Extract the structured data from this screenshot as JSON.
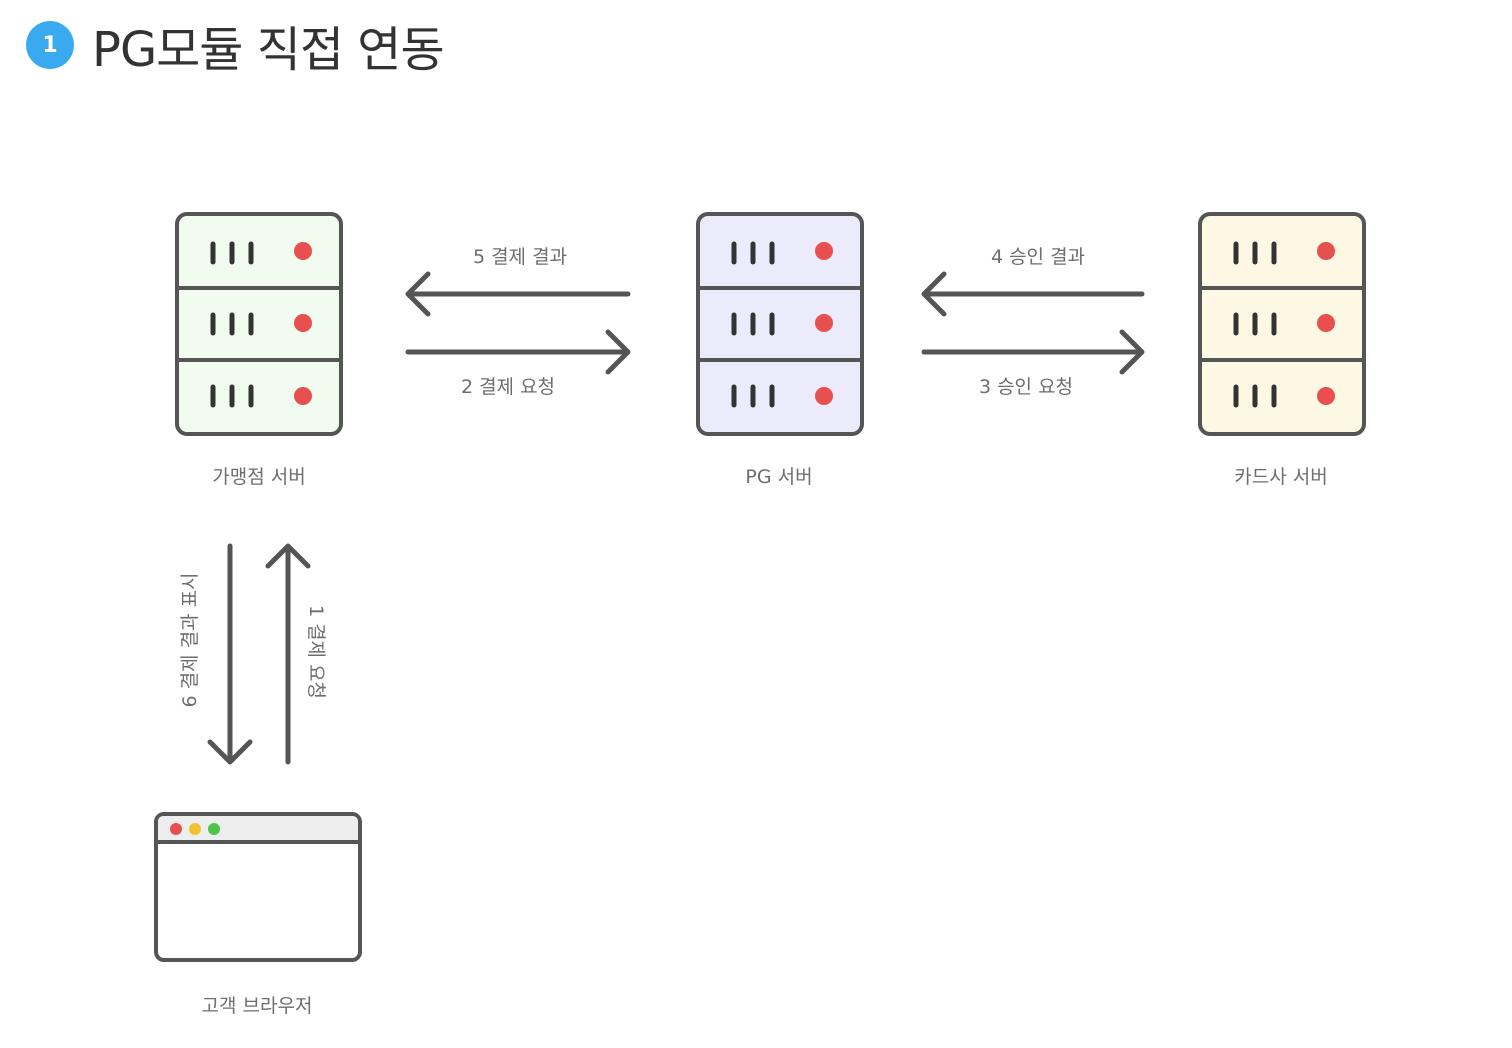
{
  "header": {
    "step_number": "1",
    "title": "PG모듈 직접 연동"
  },
  "nodes": {
    "merchant_server": {
      "label": "가맹점 서버",
      "fill": "#f2fbef"
    },
    "pg_server": {
      "label": "PG 서버",
      "fill": "#ecebfb"
    },
    "card_server": {
      "label": "카드사 서버",
      "fill": "#fcf8e3"
    },
    "customer_browser": {
      "label": "고객 브라우저",
      "fill": "#ffffff",
      "titlebar_fill": "#eeeeee"
    }
  },
  "flows": {
    "step1": "1 결제 요청",
    "step2": "2 결제 요청",
    "step3": "3 승인 요청",
    "step4": "4 승인 결과",
    "step5": "5 결제 결과",
    "step6": "6 결제 결과 표시"
  },
  "colors": {
    "stroke": "#555555",
    "led": "#e8504f",
    "badge": "#3aaaf0",
    "dot_red": "#e8504f",
    "dot_yellow": "#f2c12e",
    "dot_green": "#4cc54a"
  }
}
